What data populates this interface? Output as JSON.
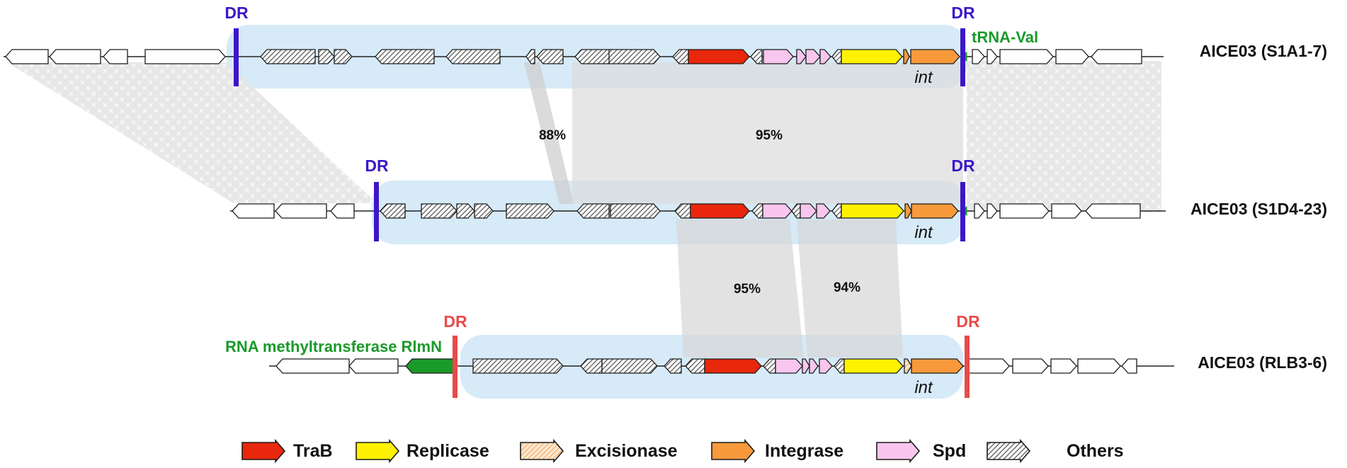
{
  "colors": {
    "trab": "#e8270c",
    "replicase": "#fff200",
    "excisionase": "#f7b77a",
    "integrase": "#f89a3c",
    "spd": "#f8c6ee",
    "others": "#8c8c8c",
    "plain": "#ffffff",
    "trna": "#1a9a2a",
    "rlmn": "#1a9a2a",
    "dr_blue": "#3c16c8",
    "dr_red": "#e84a4a",
    "element_bg": "#cfe6f7"
  },
  "tracks": [
    {
      "id": "s1a17",
      "name": "AICE03 (S1A1-7)"
    },
    {
      "id": "s1d423",
      "name": "AICE03 (S1D4-23)"
    },
    {
      "id": "rlb36",
      "name": "AICE03 (RLB3-6)"
    }
  ],
  "labels": {
    "dr": "DR",
    "int": "int",
    "trna": "tRNA-Val",
    "rlmn": "RNA methyltransferase RlmN"
  },
  "identities": [
    "88%",
    "95%",
    "95%",
    "94%"
  ],
  "legend": [
    {
      "key": "trab",
      "label": "TraB"
    },
    {
      "key": "replicase",
      "label": "Replicase"
    },
    {
      "key": "excisionase",
      "label": "Excisionase"
    },
    {
      "key": "integrase",
      "label": "Integrase"
    },
    {
      "key": "spd",
      "label": "Spd"
    },
    {
      "key": "others",
      "label": "Others"
    }
  ]
}
